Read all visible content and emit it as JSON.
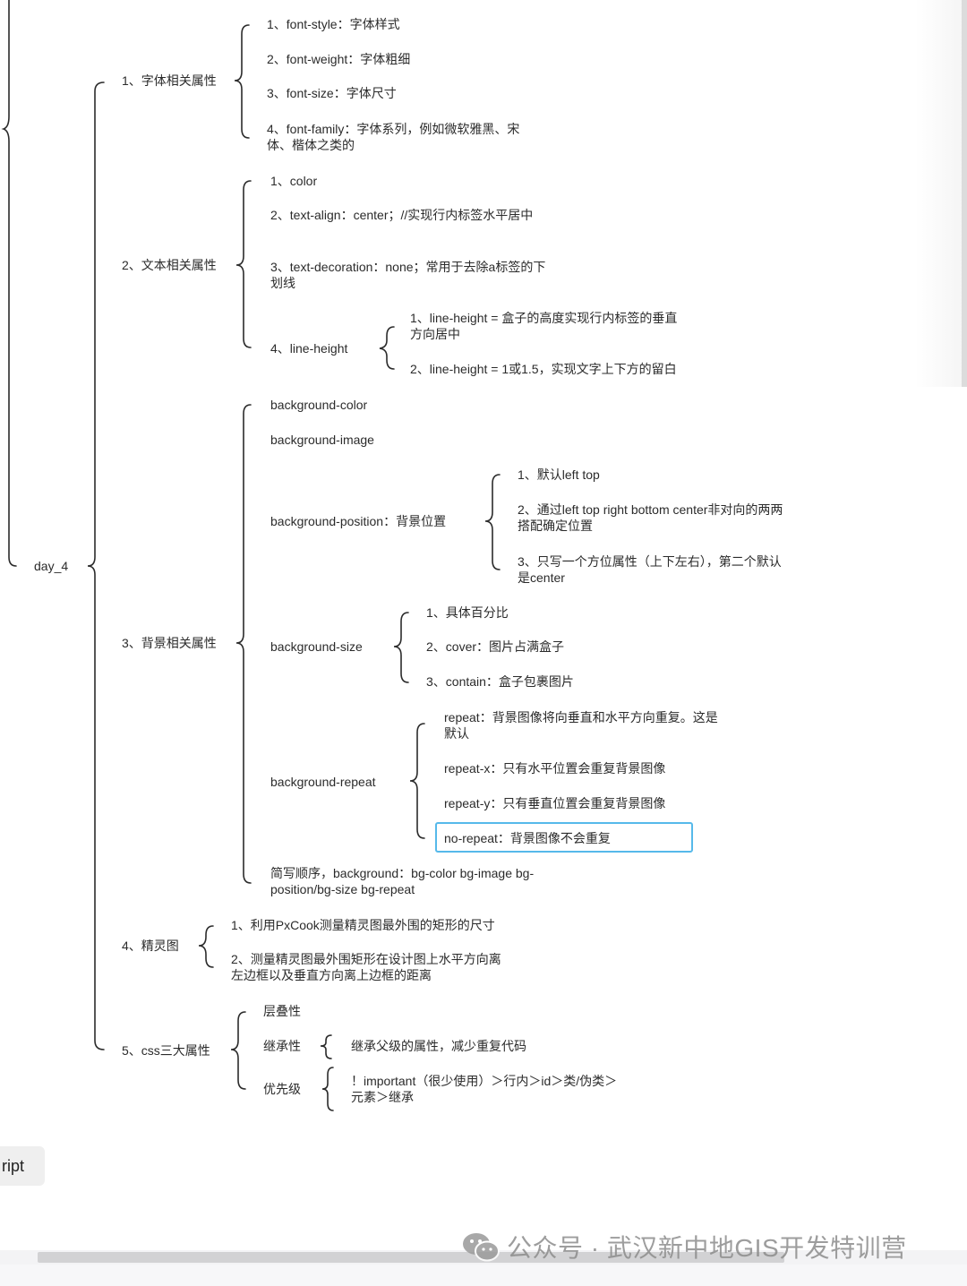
{
  "root": {
    "label": "day_4"
  },
  "branches": {
    "font": {
      "label": "1、字体相关属性",
      "items": [
        "1、font-style：字体样式",
        "2、font-weight：字体粗细",
        "3、font-size：字体尺寸",
        "4、font-family：字体系列，例如微软雅黑、宋体、楷体之类的"
      ]
    },
    "text": {
      "label": "2、文本相关属性",
      "items": [
        "1、color",
        "2、text-align：center；//实现行内标签水平居中",
        "3、text-decoration：none；常用于去除a标签的下划线",
        "4、line-height"
      ],
      "line_height_children": [
        "1、line-height = 盒子的高度实现行内标签的垂直方向居中",
        "2、line-height = 1或1.5，实现文字上下方的留白"
      ]
    },
    "background": {
      "label": "3、背景相关属性",
      "items": {
        "color": "background-color",
        "image": "background-image",
        "position": "background-position：背景位置",
        "size": "background-size",
        "repeat": "background-repeat",
        "shorthand": "简写顺序，background：bg-color bg-image bg-position/bg-size bg-repeat"
      },
      "position_children": [
        "1、默认left  top",
        "2、通过left top right bottom center非对向的两两搭配确定位置",
        "3、只写一个方位属性（上下左右），第二个默认是center"
      ],
      "size_children": [
        "1、具体百分比",
        "2、cover：图片占满盒子",
        "3、contain：盒子包裹图片"
      ],
      "repeat_children": [
        "repeat：背景图像将向垂直和水平方向重复。这是默认",
        "repeat-x：只有水平位置会重复背景图像",
        "repeat-y：只有垂直位置会重复背景图像",
        "no-repeat：背景图像不会重复"
      ]
    },
    "sprite": {
      "label": "4、精灵图",
      "items": [
        "1、利用PxCook测量精灵图最外围的矩形的尺寸",
        "2、测量精灵图最外围矩形在设计图上水平方向离左边框以及垂直方向离上边框的距离"
      ]
    },
    "css3": {
      "label": "5、css三大属性",
      "items": [
        "层叠性",
        "继承性",
        "优先级"
      ],
      "inherit_child": "继承父级的属性，减少重复代码",
      "priority_child": "！important（很少使用）＞行内＞id＞类/伪类＞元素＞继承"
    }
  },
  "side_tab": {
    "label": "ript"
  },
  "watermark": {
    "text": "公众号 · 武汉新中地GIS开发特训营",
    "icon": "wechat-icon"
  },
  "colors": {
    "selection": "#56b9ea",
    "line": "#2b2b2b"
  }
}
